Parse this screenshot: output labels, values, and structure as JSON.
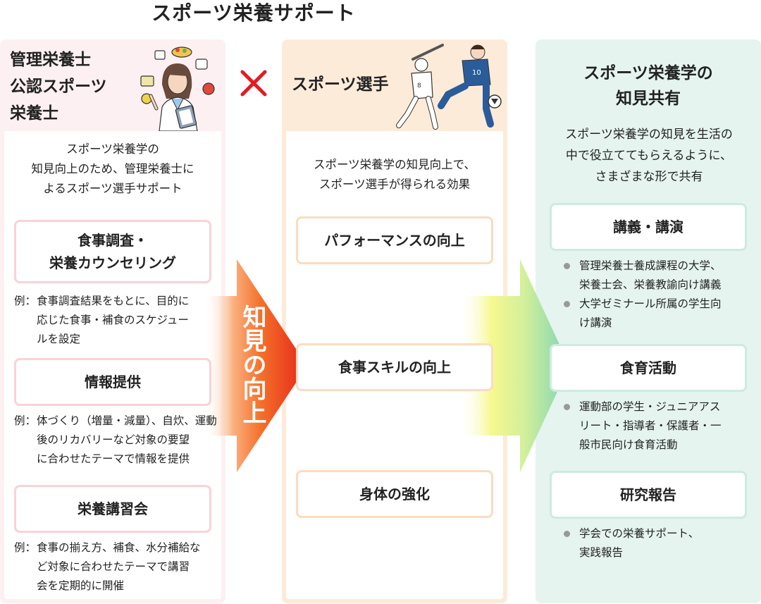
{
  "title": "スポーツ栄養サポート",
  "left": {
    "header_lines": [
      "管理栄養士",
      "公認スポーツ",
      "栄養士"
    ],
    "description_lines": [
      "スポーツ栄養学の",
      "知見向上のため、管理栄養士に",
      "よるスポーツ選手サポート"
    ],
    "items": [
      {
        "label_lines": [
          "食事調査・",
          "栄養カウンセリング"
        ],
        "example_label": "例：",
        "example_lines": [
          "食事調査結果をもとに、目的に",
          "応じた食事・補食のスケジュー",
          "ルを設定"
        ]
      },
      {
        "label_lines": [
          "情報提供"
        ],
        "example_label": "例：",
        "example_lines": [
          "体づくり（増量・減量）、自炊、運動",
          "後のリカバリーなど対象の要望",
          "に合わせたテーマで情報を提供"
        ]
      },
      {
        "label_lines": [
          "栄養講習会"
        ],
        "example_label": "例：",
        "example_lines": [
          "食事の揃え方、補食、水分補給な",
          "ど対象に合わせたテーマで講習",
          "会を定期的に開催"
        ]
      }
    ]
  },
  "times_symbol": "×",
  "arrow_label": "知見の向上",
  "middle": {
    "header": "スポーツ選手",
    "description_lines": [
      "スポーツ栄養学の知見向上で、",
      "スポーツ選手が得られる効果"
    ],
    "items": [
      "パフォーマンスの向上",
      "食事スキルの向上",
      "身体の強化"
    ]
  },
  "right": {
    "header_lines": [
      "スポーツ栄養学の",
      "知見共有"
    ],
    "description_lines": [
      "スポーツ栄養学の知見を生活の",
      "中で役立ててもらえるように、",
      "さまざまな形で共有"
    ],
    "items": [
      {
        "label": "講義・講演",
        "bullets": [
          [
            "管理栄養士養成課程の大学、",
            "栄養士会、栄養教諭向け講義"
          ],
          [
            "大学ゼミナール所属の学生向",
            "け講演"
          ]
        ]
      },
      {
        "label": "食育活動",
        "bullets": [
          [
            "運動部の学生・ジュニアアス",
            "リート・指導者・保護者・一",
            "般市民向け食育活動"
          ]
        ]
      },
      {
        "label": "研究報告",
        "bullets": [
          [
            "学会での栄養サポート、",
            "実践報告"
          ]
        ]
      }
    ]
  },
  "icons": [
    "dietitian-illustration",
    "athletes-illustration",
    "times-icon",
    "arrow-red",
    "arrow-green"
  ],
  "colors": {
    "pink": "#fdf0f2",
    "orange": "#fdebd9",
    "green": "#e5f4ef",
    "times": "#e31b23"
  }
}
